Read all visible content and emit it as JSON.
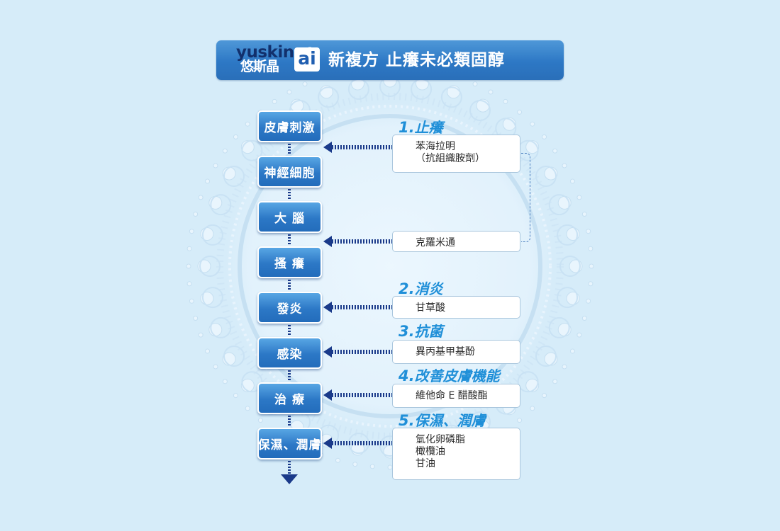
{
  "header": {
    "logo_en": "yuskin",
    "logo_reg": "®",
    "logo_cn": "悠斯晶",
    "logo_ai": "ai",
    "title": "新複方 止癢未必類固醇"
  },
  "process_steps": [
    "皮膚刺激",
    "神經細胞",
    "大 腦",
    "搔 癢",
    "發炎",
    "感染",
    "治 療",
    "保濕、潤膚"
  ],
  "categories": [
    {
      "num": "1.",
      "label": "止癢"
    },
    {
      "num": "2.",
      "label": "消炎"
    },
    {
      "num": "3.",
      "label": "抗菌"
    },
    {
      "num": "4.",
      "label": "改善皮膚機能"
    },
    {
      "num": "5.",
      "label": "保濕、潤膚"
    }
  ],
  "ingredients": [
    {
      "lines": [
        "苯海拉明",
        "（抗組織胺劑）"
      ]
    },
    {
      "lines": [
        "克羅米通"
      ]
    },
    {
      "lines": [
        "甘草酸"
      ]
    },
    {
      "lines": [
        "異丙基甲基酚"
      ]
    },
    {
      "lines": [
        "維他命 E 醋酸酯"
      ]
    },
    {
      "lines": [
        "氫化卵磷脂",
        "橄欖油",
        "甘油"
      ]
    }
  ],
  "colors": {
    "background": "#d6ecf9",
    "banner": "#2d78c5",
    "box": "#2c78c6",
    "arrow": "#1a3a8a",
    "category": "#1f8fd8"
  },
  "icons": {
    "arrow_down": "arrow-down-icon",
    "arrow_left": "arrow-left-icon"
  }
}
